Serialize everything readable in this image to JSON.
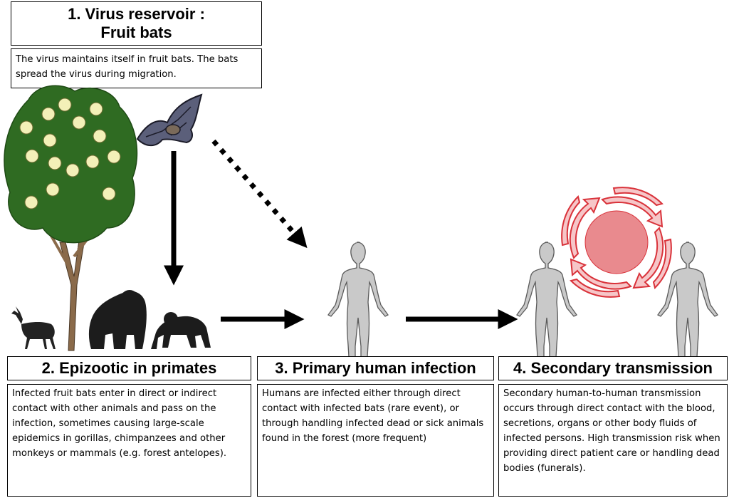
{
  "reservoir": {
    "title_line1": "1. Virus reservoir :",
    "title_line2": "Fruit bats",
    "description": "The virus maintains itself in fruit bats. The bats spread the virus during migration."
  },
  "epizootic": {
    "title": "2. Epizootic in primates",
    "description": "Infected fruit bats enter in direct or indirect contact with other animals and pass on the infection, sometimes causing large-scale epidemics in gorillas, chimpanzees and other monkeys or mammals (e.g. forest antelopes)."
  },
  "primary": {
    "title": "3. Primary  human infection",
    "description": "Humans are infected either through direct contact with infected bats (rare event), or through handling infected dead or sick animals found in the forest (more frequent)"
  },
  "secondary": {
    "title": "4. Secondary transmission",
    "description": "Secondary human-to-human transmission occurs through direct contact with the blood, secretions, organs or other body fluids of infected persons. High transmission risk when providing direct patient care or handling dead bodies (funerals)."
  },
  "colors": {
    "foliage": "#2f6b22",
    "fruit": "#f3f0b8",
    "trunk": "#8a6a4a",
    "human": "#c9c9c9",
    "virus": "#e98a8e",
    "virus_outline": "#d9323a"
  },
  "icons": [
    "fruit-tree",
    "bat",
    "antelope",
    "gorilla",
    "chimpanzee",
    "human",
    "virus"
  ]
}
